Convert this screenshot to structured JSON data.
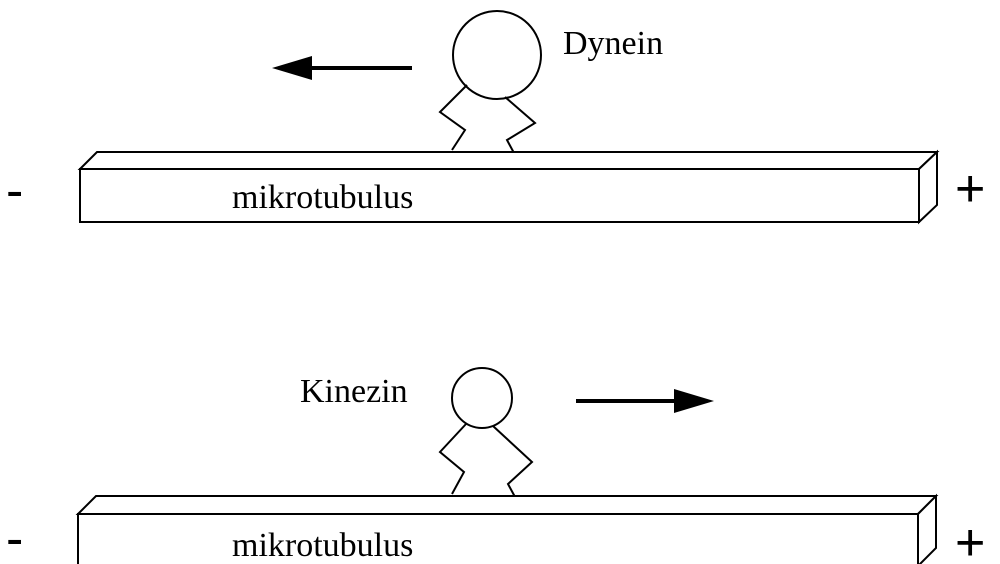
{
  "top_panel": {
    "motor_label": "Dynein",
    "filament_label": "mikrotubulus",
    "minus_label": "-",
    "plus_label": "+",
    "direction": "toward-minus"
  },
  "bottom_panel": {
    "motor_label": "Kinezin",
    "filament_label": "mikrotubulus",
    "minus_label": "-",
    "plus_label": "+",
    "direction": "toward-plus"
  },
  "colors": {
    "stroke": "#000000",
    "fill": "#ffffff"
  }
}
